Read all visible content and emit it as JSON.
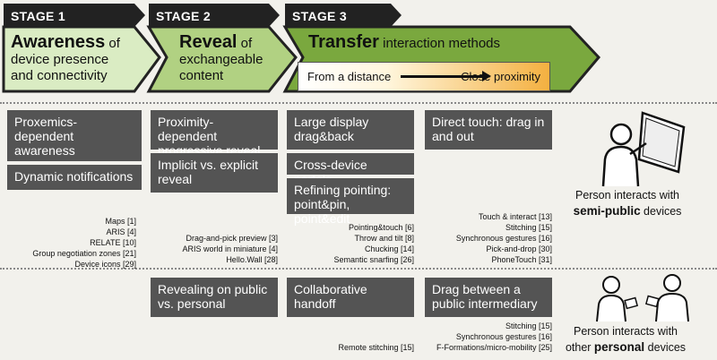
{
  "stages": [
    {
      "tag": "STAGE 1",
      "bold": "Awareness",
      "rest_line1": " of",
      "line2": "device presence",
      "line3": "and connectivity"
    },
    {
      "tag": "STAGE 2",
      "bold": "Reveal",
      "rest_line1": " of",
      "line2": "exchangeable",
      "line3": "content"
    },
    {
      "tag": "STAGE 3",
      "bold": "Transfer",
      "rest_line1": " interaction methods"
    }
  ],
  "proximity_scale": {
    "from": "From a distance",
    "to": "Close proximity"
  },
  "semi_public": {
    "stage1_boxes": [
      "Proxemics-dependent awareness",
      "Dynamic notifications"
    ],
    "stage2_boxes": [
      "Proximity-dependent progressive reveal",
      "Implicit vs. explicit reveal"
    ],
    "stage3a_boxes": [
      "Large display drag&back",
      "Cross-device portals",
      "Refining pointing: point&pin, point&edit"
    ],
    "stage3b_boxes": [
      "Direct touch: drag in and out"
    ],
    "stage1_refs": [
      "Maps [1]",
      "ARIS [4]",
      "RELATE [10]",
      "Group negotiation zones [21]",
      "Device icons [29]"
    ],
    "stage2_refs": [
      "Drag-and-pick preview [3]",
      "ARIS world in miniature [4]",
      "Hello.Wall [28]"
    ],
    "stage3a_refs": [
      "Pointing&touch [6]",
      "Throw and tilt [8]",
      "Chucking [14]",
      "Semantic snarfing [26]"
    ],
    "stage3b_refs": [
      "Touch & interact [13]",
      "Stitching [15]",
      "Synchronous gestures [16]",
      "Pick-and-drop [30]",
      "PhoneTouch [31]"
    ],
    "person_line1": "Person interacts with",
    "person_bold": "semi-public",
    "person_rest": " devices"
  },
  "personal": {
    "stage2_boxes": [
      "Revealing on public vs. personal"
    ],
    "stage3a_boxes": [
      "Collaborative handoff"
    ],
    "stage3b_boxes": [
      "Drag between a public intermediary"
    ],
    "stage3a_refs": [
      "Remote stitching [15]"
    ],
    "stage3b_refs": [
      "Stitching [15]",
      "Synchronous gestures [16]",
      "F-Formations/micro-mobility [25]"
    ],
    "person_line1": "Person interacts with",
    "person_pre": "other ",
    "person_bold": "personal",
    "person_rest": " devices"
  },
  "colors": {
    "stage1_fill": "#daecc3",
    "stage2_fill": "#b1d182",
    "stage3_fill": "#7aa83e",
    "dark": "#222222",
    "box": "#545454"
  }
}
